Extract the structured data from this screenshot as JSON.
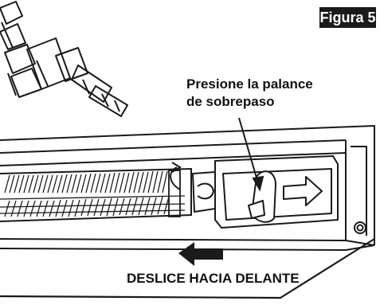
{
  "figure": {
    "badge": "Figura 5",
    "callout_line1": "Presione la palance",
    "callout_line2": "de sobrepaso",
    "caption": "DESLICE HACIA DELANTE"
  },
  "colors": {
    "line": "#1a1a1a",
    "badge_background": "#1a1a1a",
    "badge_text": "#ffffff",
    "background": "#ffffff"
  }
}
